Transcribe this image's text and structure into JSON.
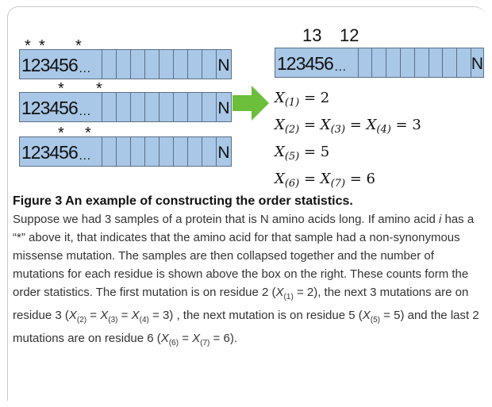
{
  "figure": {
    "digits": "123456",
    "ellipsis": "…",
    "n_label": "N",
    "star": "*",
    "counts": [
      "13",
      "12"
    ],
    "equations": [
      {
        "lhs": "X",
        "sub": "(1)",
        "rest": " = 2"
      },
      {
        "parts": "X(2) = X(3) = X(4) = 3"
      },
      {
        "lhs": "X",
        "sub": "(5)",
        "rest": " = 5"
      },
      {
        "parts": "X(6) = X(7) = 6"
      }
    ],
    "colors": {
      "strip_fill": "#a9c7e6",
      "arrow": "#6bbf3a"
    }
  },
  "caption": {
    "title": "Figure 3 An example of constructing the order statistics.",
    "s1": "Suppose we had 3 samples of a protein that is N amino acids long. If amino acid ",
    "s1_i": "i",
    "s2": " has a “*” above it, that indicates that the amino acid for that sample had a non-synonymous missense mutation. The samples are then collapsed together and the number of mutations for each residue is shown above the box on the right. These counts form the order statistics. The first mutation is on residue 2 (",
    "s3": "), the next 3 mutations are on residue 3 (",
    "s4": ") , the next mutation is on residue 5 (",
    "s5": ") and the last 2 mutations are on residue 6 (",
    "s6": ")."
  }
}
